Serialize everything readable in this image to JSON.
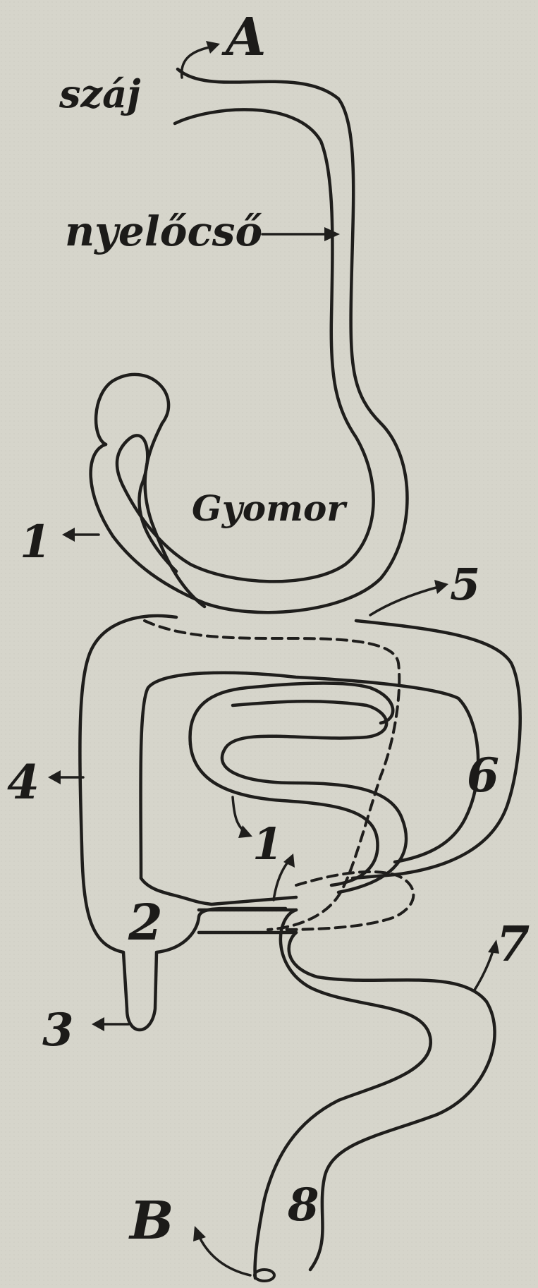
{
  "labels": {
    "point_a": "A",
    "point_b": "B",
    "mouth": "száj",
    "esophagus": "nyelőcső",
    "stomach": "Gyomor",
    "num_1_top": "1",
    "num_1_mid": "1",
    "num_2": "2",
    "num_3": "3",
    "num_4": "4",
    "num_5": "5",
    "num_6": "6",
    "num_7": "7",
    "num_8": "8"
  }
}
